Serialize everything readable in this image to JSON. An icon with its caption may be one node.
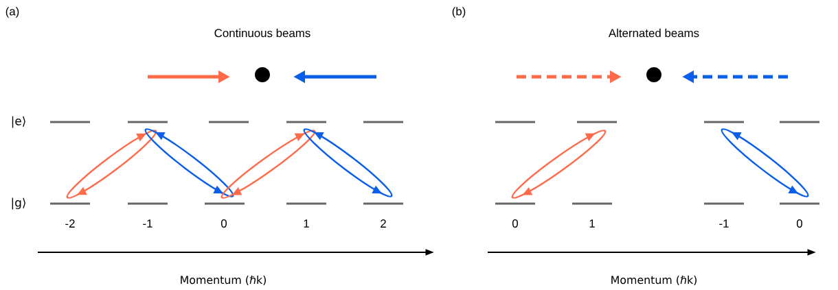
{
  "diagram": {
    "nodes": [
      {
        "text": [],
        "shape": "circle"
      },
      {
        "text": [],
        "shape": "circle"
      },
      {
        "text": [],
        "shape": "bar"
      },
      {
        "text": [],
        "shape": "bar"
      },
      {
        "text": [],
        "shape": "bar"
      },
      {
        "text": [],
        "shape": "bar"
      },
      {
        "text": [],
        "shape": "bar"
      },
      {
        "text": [],
        "shape": "bar"
      },
      {
        "text": [],
        "shape": "bar"
      },
      {
        "text": [],
        "shape": "bar"
      },
      {
        "text": [],
        "shape": "bar"
      },
      {
        "text": [],
        "shape": "bar"
      },
      {
        "text": [],
        "shape": "bar"
      },
      {
        "text": [],
        "shape": "bar"
      },
      {
        "text": [],
        "shape": "bar"
      },
      {
        "text": [],
        "shape": "bar"
      },
      {
        "text": [],
        "shape": "bar"
      },
      {
        "text": [],
        "shape": "bar"
      },
      {
        "text": [],
        "shape": "bar"
      },
      {
        "text": [],
        "shape": "bar"
      }
    ],
    "edges": [
      {
        "from": 11,
        "to": 3,
        "arrow": "both",
        "color": "#ff6b4a"
      },
      {
        "from": 3,
        "to": 13,
        "arrow": "both",
        "color": "#0a5fe8"
      },
      {
        "from": 13,
        "to": 5,
        "arrow": "both",
        "color": "#ff6b4a"
      },
      {
        "from": 5,
        "to": 15,
        "arrow": "both",
        "color": "#0a5fe8"
      },
      {
        "from": 16,
        "to": 8,
        "arrow": "both",
        "color": "#ff6b4a"
      },
      {
        "from": 9,
        "to": 19,
        "arrow": "both",
        "color": "#0a5fe8"
      }
    ],
    "labels": [
      "(a)",
      "(b)",
      "Continuous beams",
      "Alternated beams",
      "|e⟩",
      "|g⟩",
      "-2",
      "-1",
      "0",
      "1",
      "2",
      "0",
      "1",
      "-1",
      "0",
      "Momentum (ℏk)",
      "Momentum (ℏk)"
    ]
  }
}
